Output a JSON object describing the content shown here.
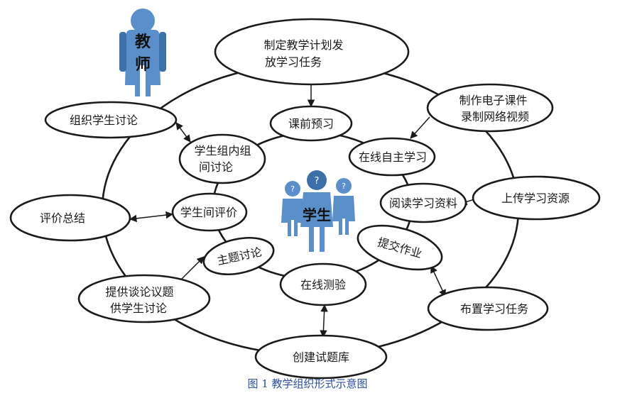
{
  "teacher_label": "教师",
  "student_label": "学生",
  "nodes": {
    "plan": [
      "制定教学计划发",
      "放学习任务"
    ],
    "preview": [
      "课前预习"
    ],
    "courseware": [
      "制作电子课件",
      "录制网络视频"
    ],
    "organize": [
      "组织学生讨论"
    ],
    "group_discuss": [
      "学生组内组",
      "间讨论"
    ],
    "self_study": [
      "在线自主学习"
    ],
    "read": [
      "阅读学习资料"
    ],
    "upload": [
      "上传学习资源"
    ],
    "evaluate": [
      "评价总结"
    ],
    "peer_eval": [
      "学生间评价"
    ],
    "submit": [
      "提交作业"
    ],
    "topic": [
      "主题讨论"
    ],
    "provide": [
      "提供谈论议题",
      "供学生讨论"
    ],
    "online_test": [
      "在线测验"
    ],
    "assign": [
      "布置学习任务"
    ],
    "question_bank": [
      "创建试题库"
    ]
  },
  "caption": "图 1 教学组织形式示意图",
  "colors": {
    "figure_blue": "#5b8fc9",
    "figure_dark": "#3d6fa8",
    "caption_blue": "#2e4d9b",
    "stroke": "#1a1a1a"
  }
}
